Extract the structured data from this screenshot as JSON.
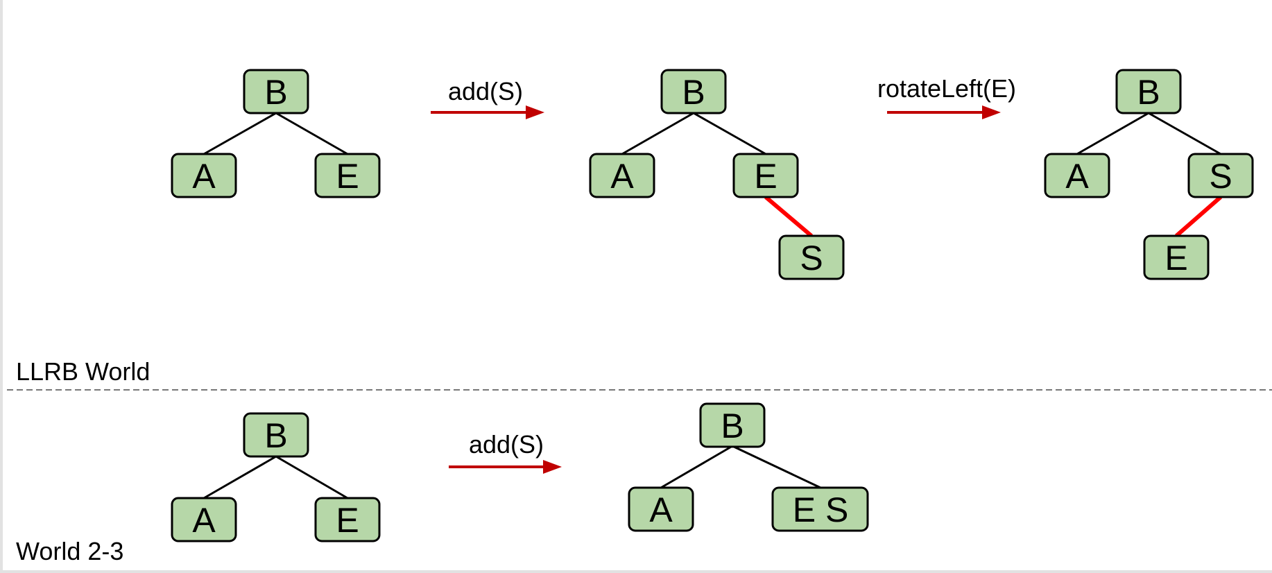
{
  "sections": [
    {
      "label": "LLRB World"
    },
    {
      "label": "World 2-3"
    }
  ],
  "operations": [
    {
      "label": "add(S)"
    },
    {
      "label": "rotateLeft(E)"
    },
    {
      "label": "add(S)"
    }
  ],
  "trees": [
    {
      "nodes": [
        {
          "label": "B"
        },
        {
          "label": "A"
        },
        {
          "label": "E"
        }
      ],
      "edges": [
        {
          "from": "B",
          "to": "A",
          "color": "black"
        },
        {
          "from": "B",
          "to": "E",
          "color": "black"
        }
      ]
    },
    {
      "nodes": [
        {
          "label": "B"
        },
        {
          "label": "A"
        },
        {
          "label": "E"
        },
        {
          "label": "S"
        }
      ],
      "edges": [
        {
          "from": "B",
          "to": "A",
          "color": "black"
        },
        {
          "from": "B",
          "to": "E",
          "color": "black"
        },
        {
          "from": "E",
          "to": "S",
          "color": "red"
        }
      ]
    },
    {
      "nodes": [
        {
          "label": "B"
        },
        {
          "label": "A"
        },
        {
          "label": "S"
        },
        {
          "label": "E"
        }
      ],
      "edges": [
        {
          "from": "B",
          "to": "A",
          "color": "black"
        },
        {
          "from": "B",
          "to": "S",
          "color": "black"
        },
        {
          "from": "S",
          "to": "E",
          "color": "red"
        }
      ]
    },
    {
      "nodes": [
        {
          "label": "B"
        },
        {
          "label": "A"
        },
        {
          "label": "E"
        }
      ],
      "edges": [
        {
          "from": "B",
          "to": "A",
          "color": "black"
        },
        {
          "from": "B",
          "to": "E",
          "color": "black"
        }
      ]
    },
    {
      "nodes": [
        {
          "label": "B"
        },
        {
          "label": "A"
        },
        {
          "label": "E S"
        }
      ],
      "edges": [
        {
          "from": "B",
          "to": "A",
          "color": "black"
        },
        {
          "from": "B",
          "to": "E S",
          "color": "black"
        }
      ]
    }
  ],
  "colors": {
    "node_fill": "#b6d7a8",
    "node_border": "#000000",
    "red_link": "#ff0000",
    "black_link": "#000000",
    "arrow": "#c00000",
    "divider": "#777777"
  }
}
